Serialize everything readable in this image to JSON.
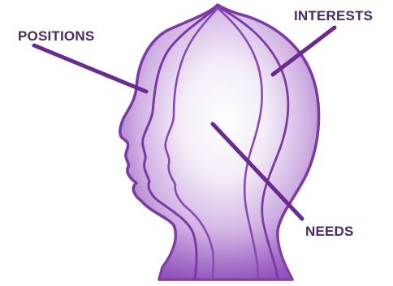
{
  "labels": {
    "positions": "POSITIONS",
    "interests": "INTERESTS",
    "needs": "NEEDS"
  },
  "colors": {
    "head_dark": "#7b3aa3",
    "head_mid": "#b68ad3",
    "head_light": "#f3ecf8",
    "pointer": "#6a2b8f",
    "text": "#4a2a63"
  }
}
